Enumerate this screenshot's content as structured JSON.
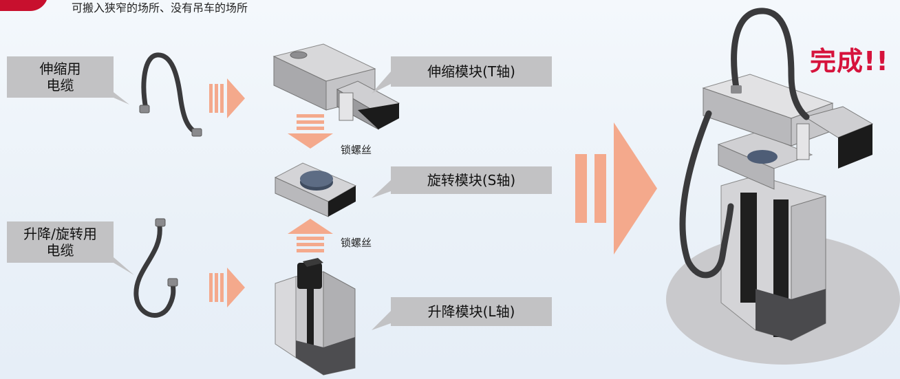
{
  "header": {
    "subtitle": "可搬入狭窄的场所、没有吊车的场所"
  },
  "cables": {
    "extend_cable": [
      "伸缩用",
      "电缆"
    ],
    "lift_rotate_cable": [
      "升降/旋转用",
      "电缆"
    ]
  },
  "modules": {
    "extend": "伸缩模块(T轴)",
    "rotate": "旋转模块(S轴)",
    "lift": "升降模块(L轴)"
  },
  "steps": {
    "screw_top": "锁螺丝",
    "screw_bottom": "锁螺丝"
  },
  "result": {
    "label": "完成!!"
  },
  "colors": {
    "brand_red": "#c8102e",
    "done_red": "#d6133c",
    "arrow_orange": "#f4a98c",
    "callout_gray": "#c2c2c4",
    "cable": "#3a3a3c",
    "base_ellipse": "#c9c9cc"
  },
  "icons": [
    "forward-arrow-icon",
    "down-arrow-icon",
    "up-arrow-icon",
    "big-forward-arrow-icon"
  ]
}
